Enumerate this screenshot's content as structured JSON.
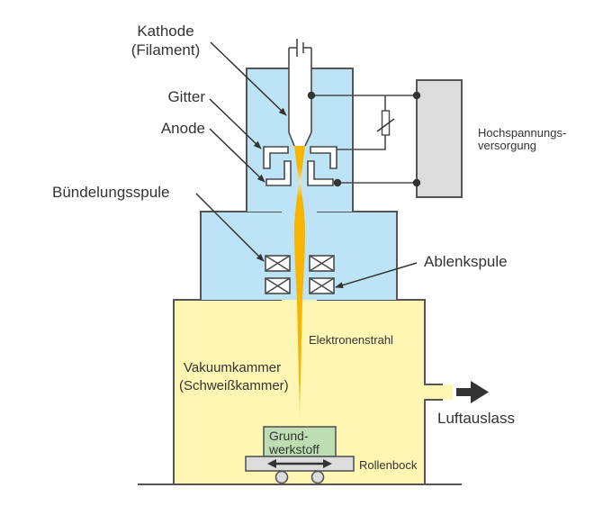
{
  "labels": {
    "cathode": [
      "Kathode",
      "(Filament)"
    ],
    "grid": "Gitter",
    "anode": "Anode",
    "focus_coil": "Bündelungsspule",
    "deflection_coil": "Ablenkspule",
    "power_supply": [
      "Hochspannungs-",
      "versorgung"
    ],
    "electron_beam": "Elektronenstrahl",
    "vacuum_chamber": [
      "Vakuumkammer",
      "(Schweißkammer)"
    ],
    "workpiece": [
      "Grund-",
      "werkstoff"
    ],
    "carriage": "Rollenbock",
    "air_outlet": "Luftauslass"
  },
  "colors": {
    "electron_gun": "#bde3f7",
    "vacuum_chamber": "#fff6b3",
    "electron_beam": "#f7b500",
    "workpiece": "#bcdeb2",
    "power_supply": "#dcdcdc",
    "carriage": "#dcdcdc",
    "lines": "#4a4a4a"
  }
}
